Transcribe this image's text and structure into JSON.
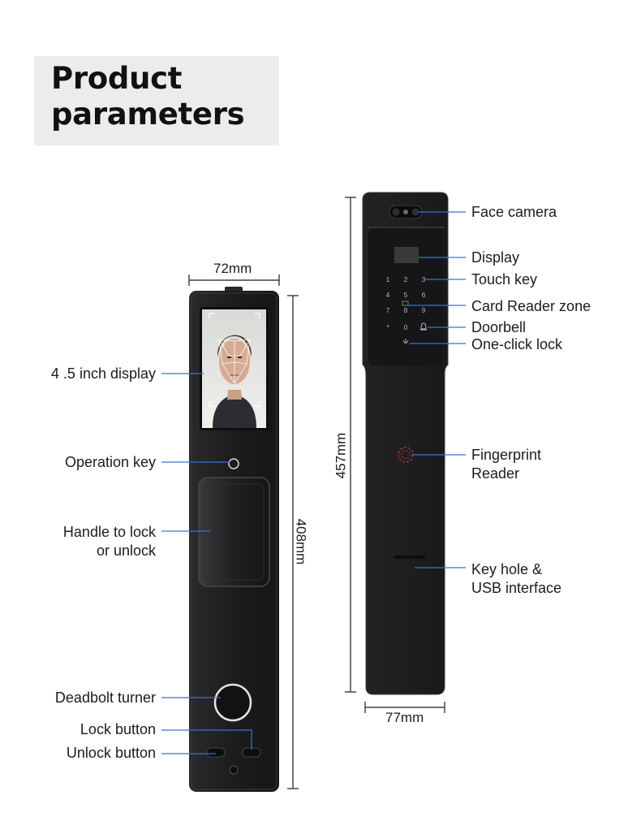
{
  "title": {
    "line1": "Product",
    "line2": "parameters"
  },
  "dimensions": {
    "front_width": "72mm",
    "front_height": "408mm",
    "side_height": "457mm",
    "side_width": "77mm"
  },
  "front_labels": {
    "display": "4 .5 inch display",
    "operation_key": "Operation key",
    "handle_line1": "Handle to lock",
    "handle_line2": "or unlock",
    "deadbolt": "Deadbolt turner",
    "lock_button": "Lock button",
    "unlock_button": "Unlock button"
  },
  "side_labels": {
    "face_camera": "Face camera",
    "display": "Display",
    "touch_key": "Touch key",
    "card_reader": "Card Reader zone",
    "doorbell": "Doorbell",
    "one_click_lock": "One-click lock",
    "fingerprint_line1": "Fingerprint",
    "fingerprint_line2": "Reader",
    "keyhole_line1": "Key hole &",
    "keyhole_line2": "USB interface"
  },
  "keypad": [
    "1",
    "2",
    "3",
    "4",
    "5",
    "6",
    "7",
    "8",
    "9",
    "*",
    "0"
  ],
  "colors": {
    "leader_line": "#3b6fd6",
    "lock_body": "#1f1f21",
    "fingerprint": "#c8343a",
    "title_bg": "#ececec"
  }
}
